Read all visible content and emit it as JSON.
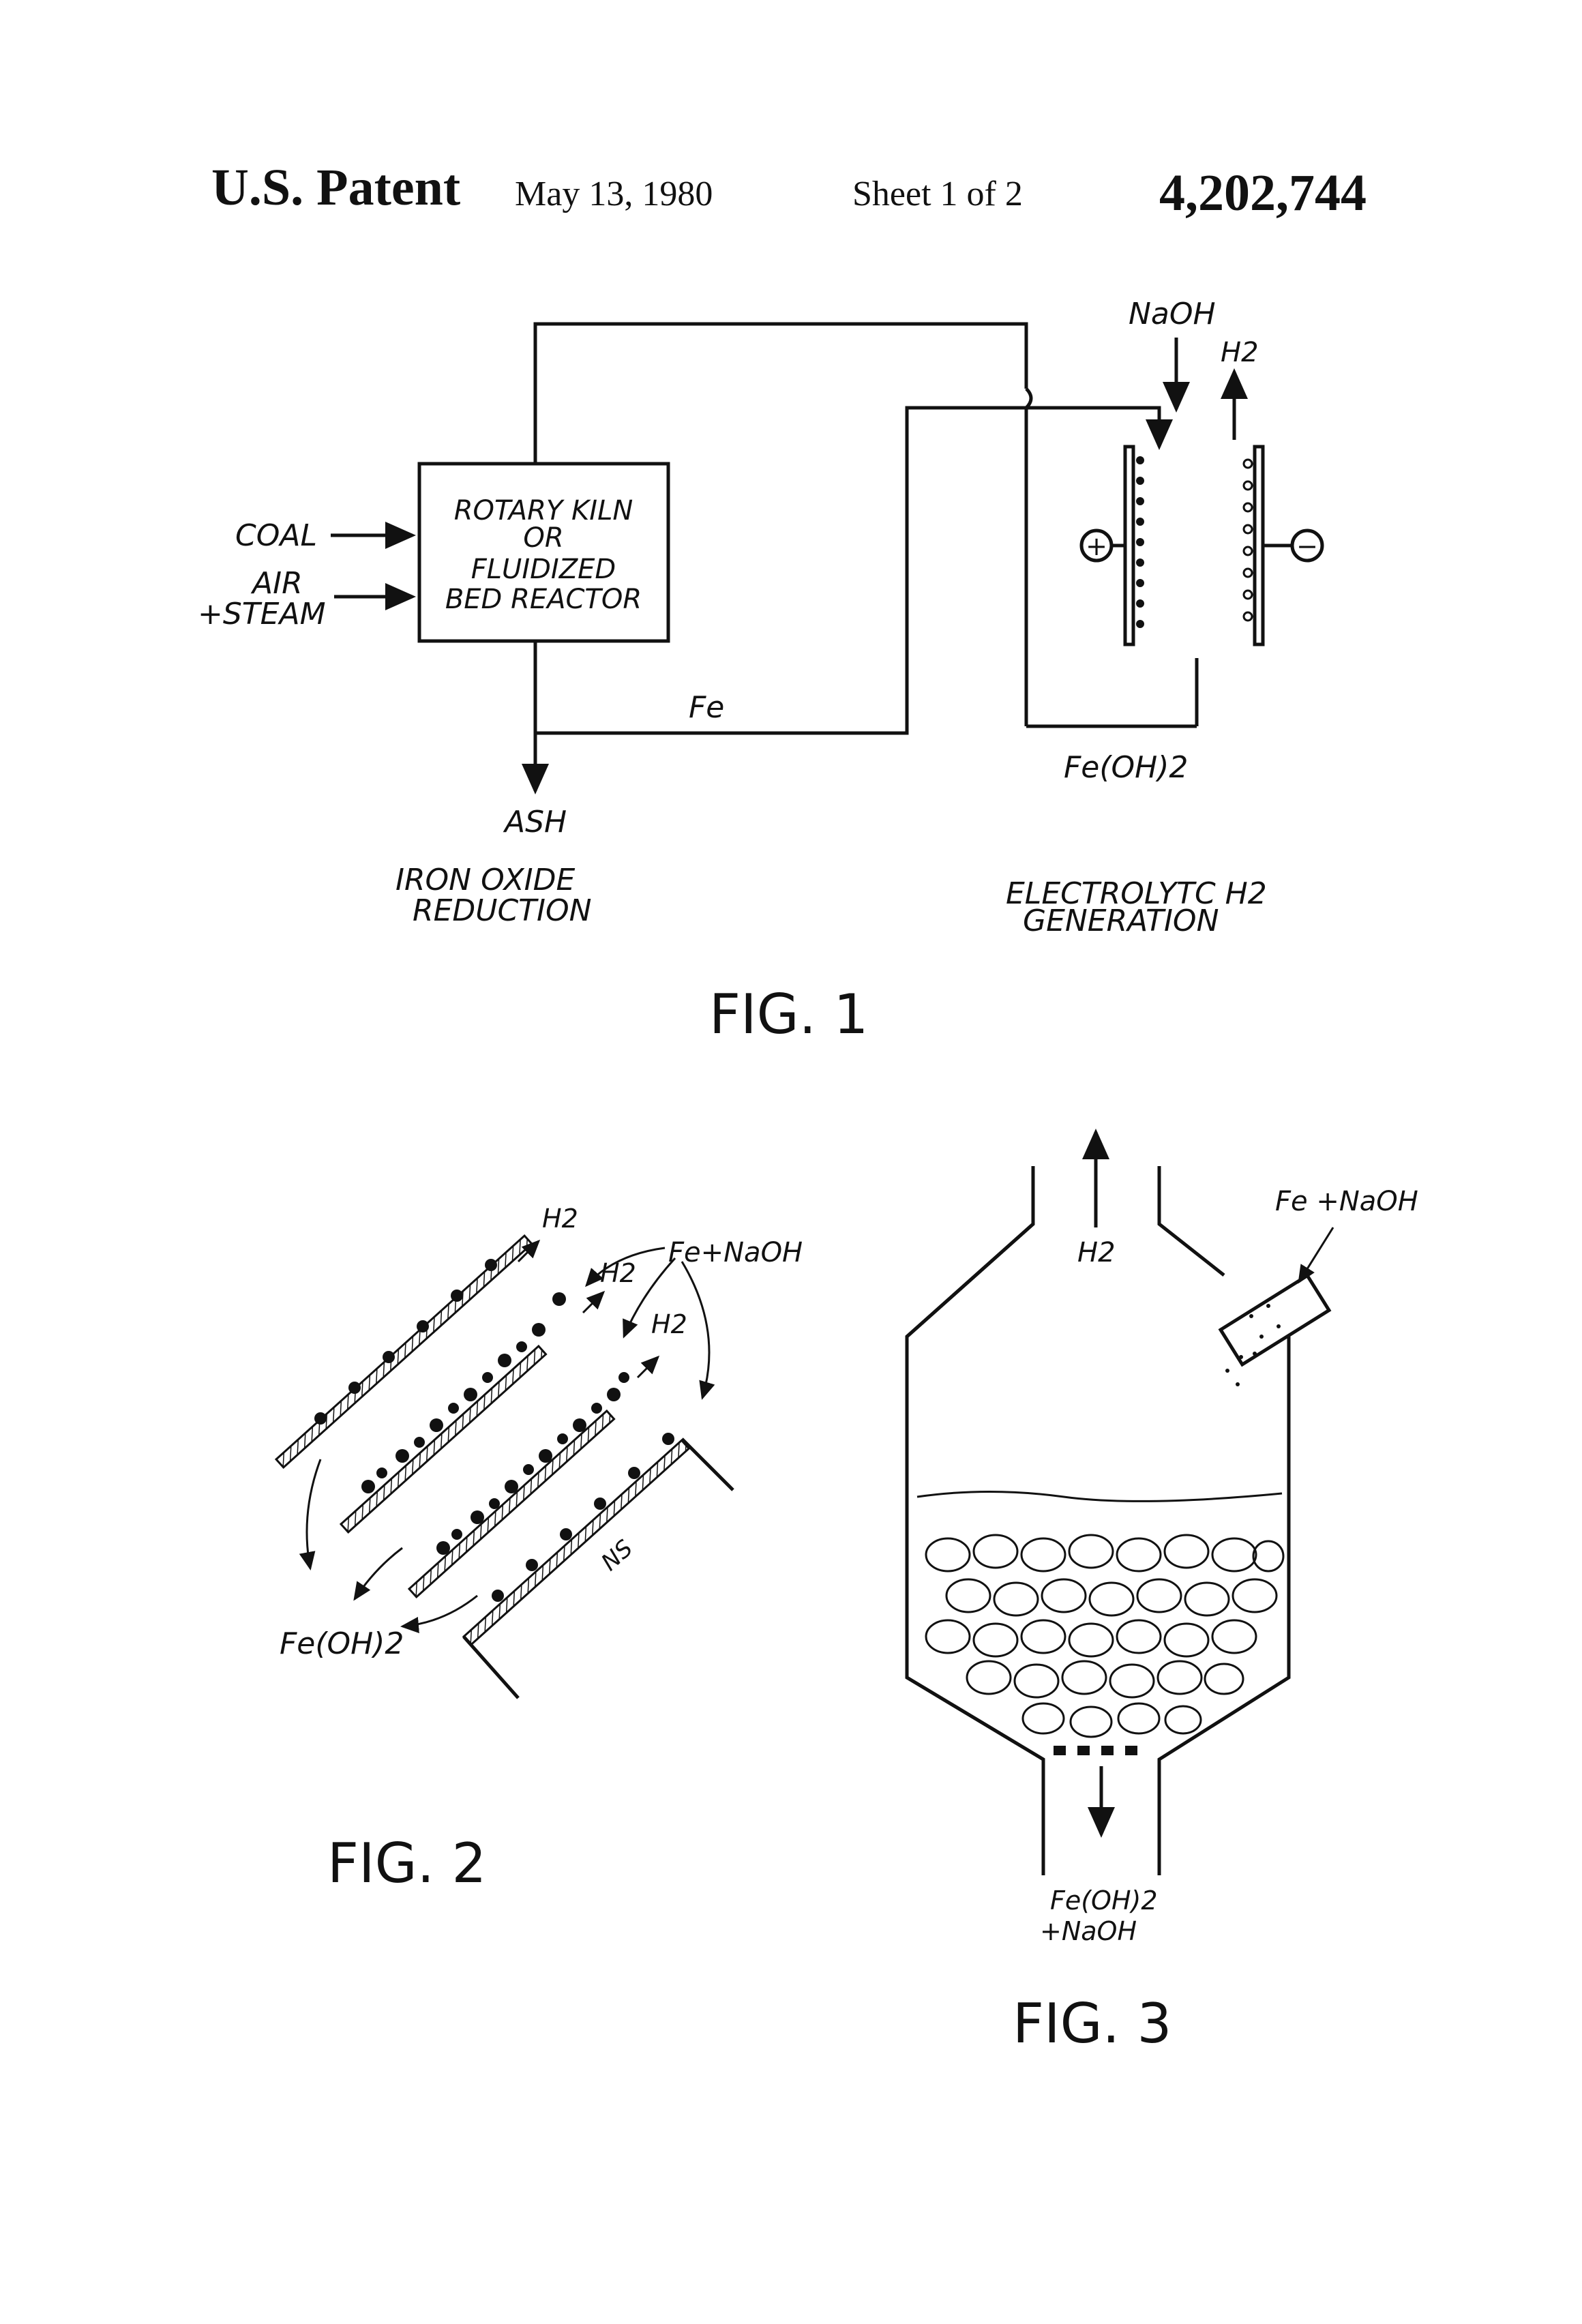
{
  "header": {
    "patent_label": "U.S. Patent",
    "date": "May 13, 1980",
    "sheet": "Sheet 1 of 2",
    "patent_number": "4,202,744"
  },
  "fig1": {
    "coal": "COAL",
    "air": "AIR",
    "steam": "+STEAM",
    "reactor_line1": "ROTARY KILN",
    "reactor_line2": "OR",
    "reactor_line3": "FLUIDIZED",
    "reactor_line4": "BED REACTOR",
    "fe": "Fe",
    "ash": "ASH",
    "naoh": "NaOH",
    "h2": "H2",
    "feoh2": "Fe(OH)2",
    "plus": "+",
    "minus": "−",
    "left_caption_line1": "IRON OXIDE",
    "left_caption_line2": "REDUCTION",
    "right_caption_line1": "ELECTROLYTC H2",
    "right_caption_line2": "GENERATION",
    "label": "FIG. 1"
  },
  "fig2": {
    "h2_a": "H2",
    "h2_b": "H2",
    "h2_c": "H2",
    "fe_naoh": "Fe+NaOH",
    "feoh2": "Fe(OH)2",
    "ns": "NS",
    "label": "FIG. 2"
  },
  "fig3": {
    "h2": "H2",
    "fe_naoh": "Fe +NaOH",
    "out_line1": "Fe(OH)2",
    "out_line2": "+NaOH",
    "label": "FIG. 3"
  }
}
